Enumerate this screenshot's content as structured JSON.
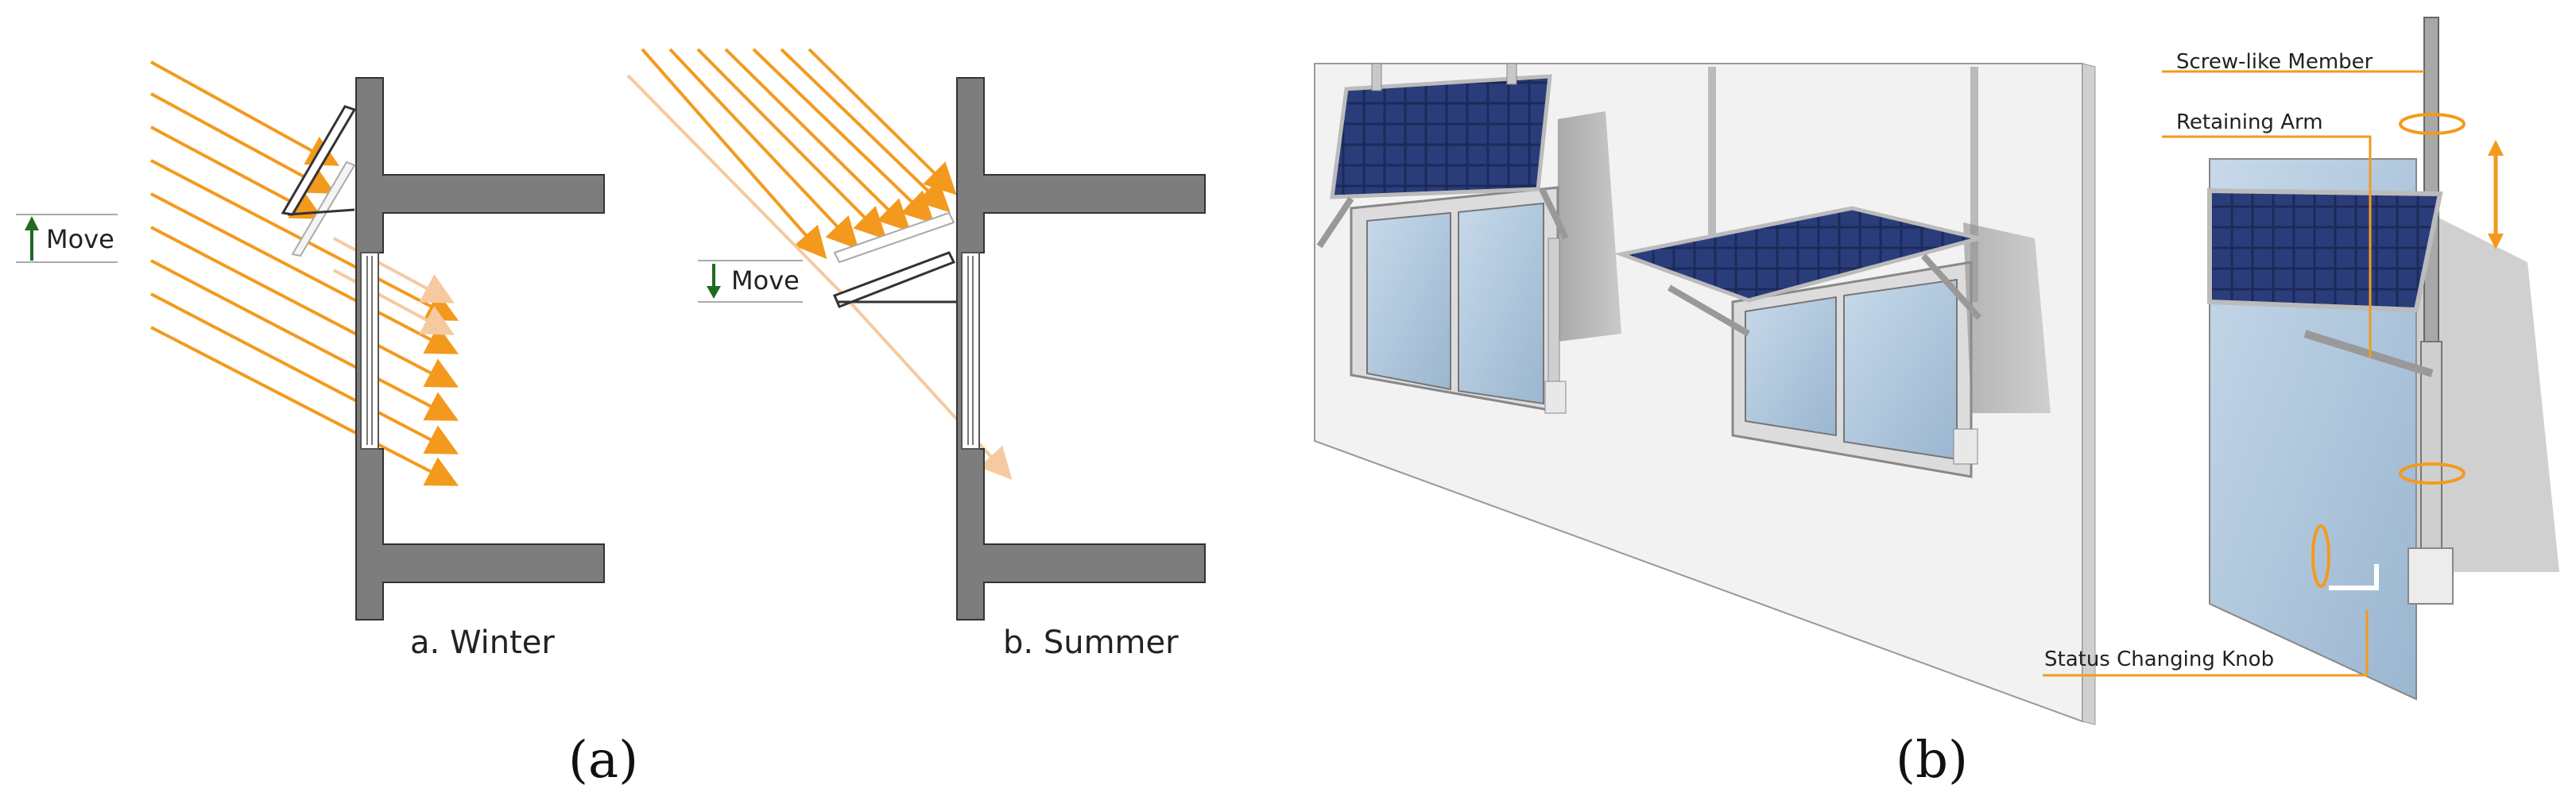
{
  "panel_a": {
    "winter": {
      "caption": "a. Winter",
      "move_label": "Move",
      "move_direction": "up"
    },
    "summer": {
      "caption": "b. Summer",
      "move_label": "Move",
      "move_direction": "down"
    }
  },
  "panel_b": {
    "callouts": {
      "screw": "Screw-like Member",
      "arm": "Retaining Arm",
      "knob": "Status Changing Knob"
    }
  },
  "captions": {
    "a": "(a)",
    "b": "(b)"
  },
  "colors": {
    "sun_ray": "#f39a1e",
    "wall": "#7d7d7d",
    "move_arrow": "#1f6b1f",
    "panel_cell": "#1c2a5a",
    "window_glass": "#a9c4dc",
    "wall_board": "#f2f2f2"
  }
}
